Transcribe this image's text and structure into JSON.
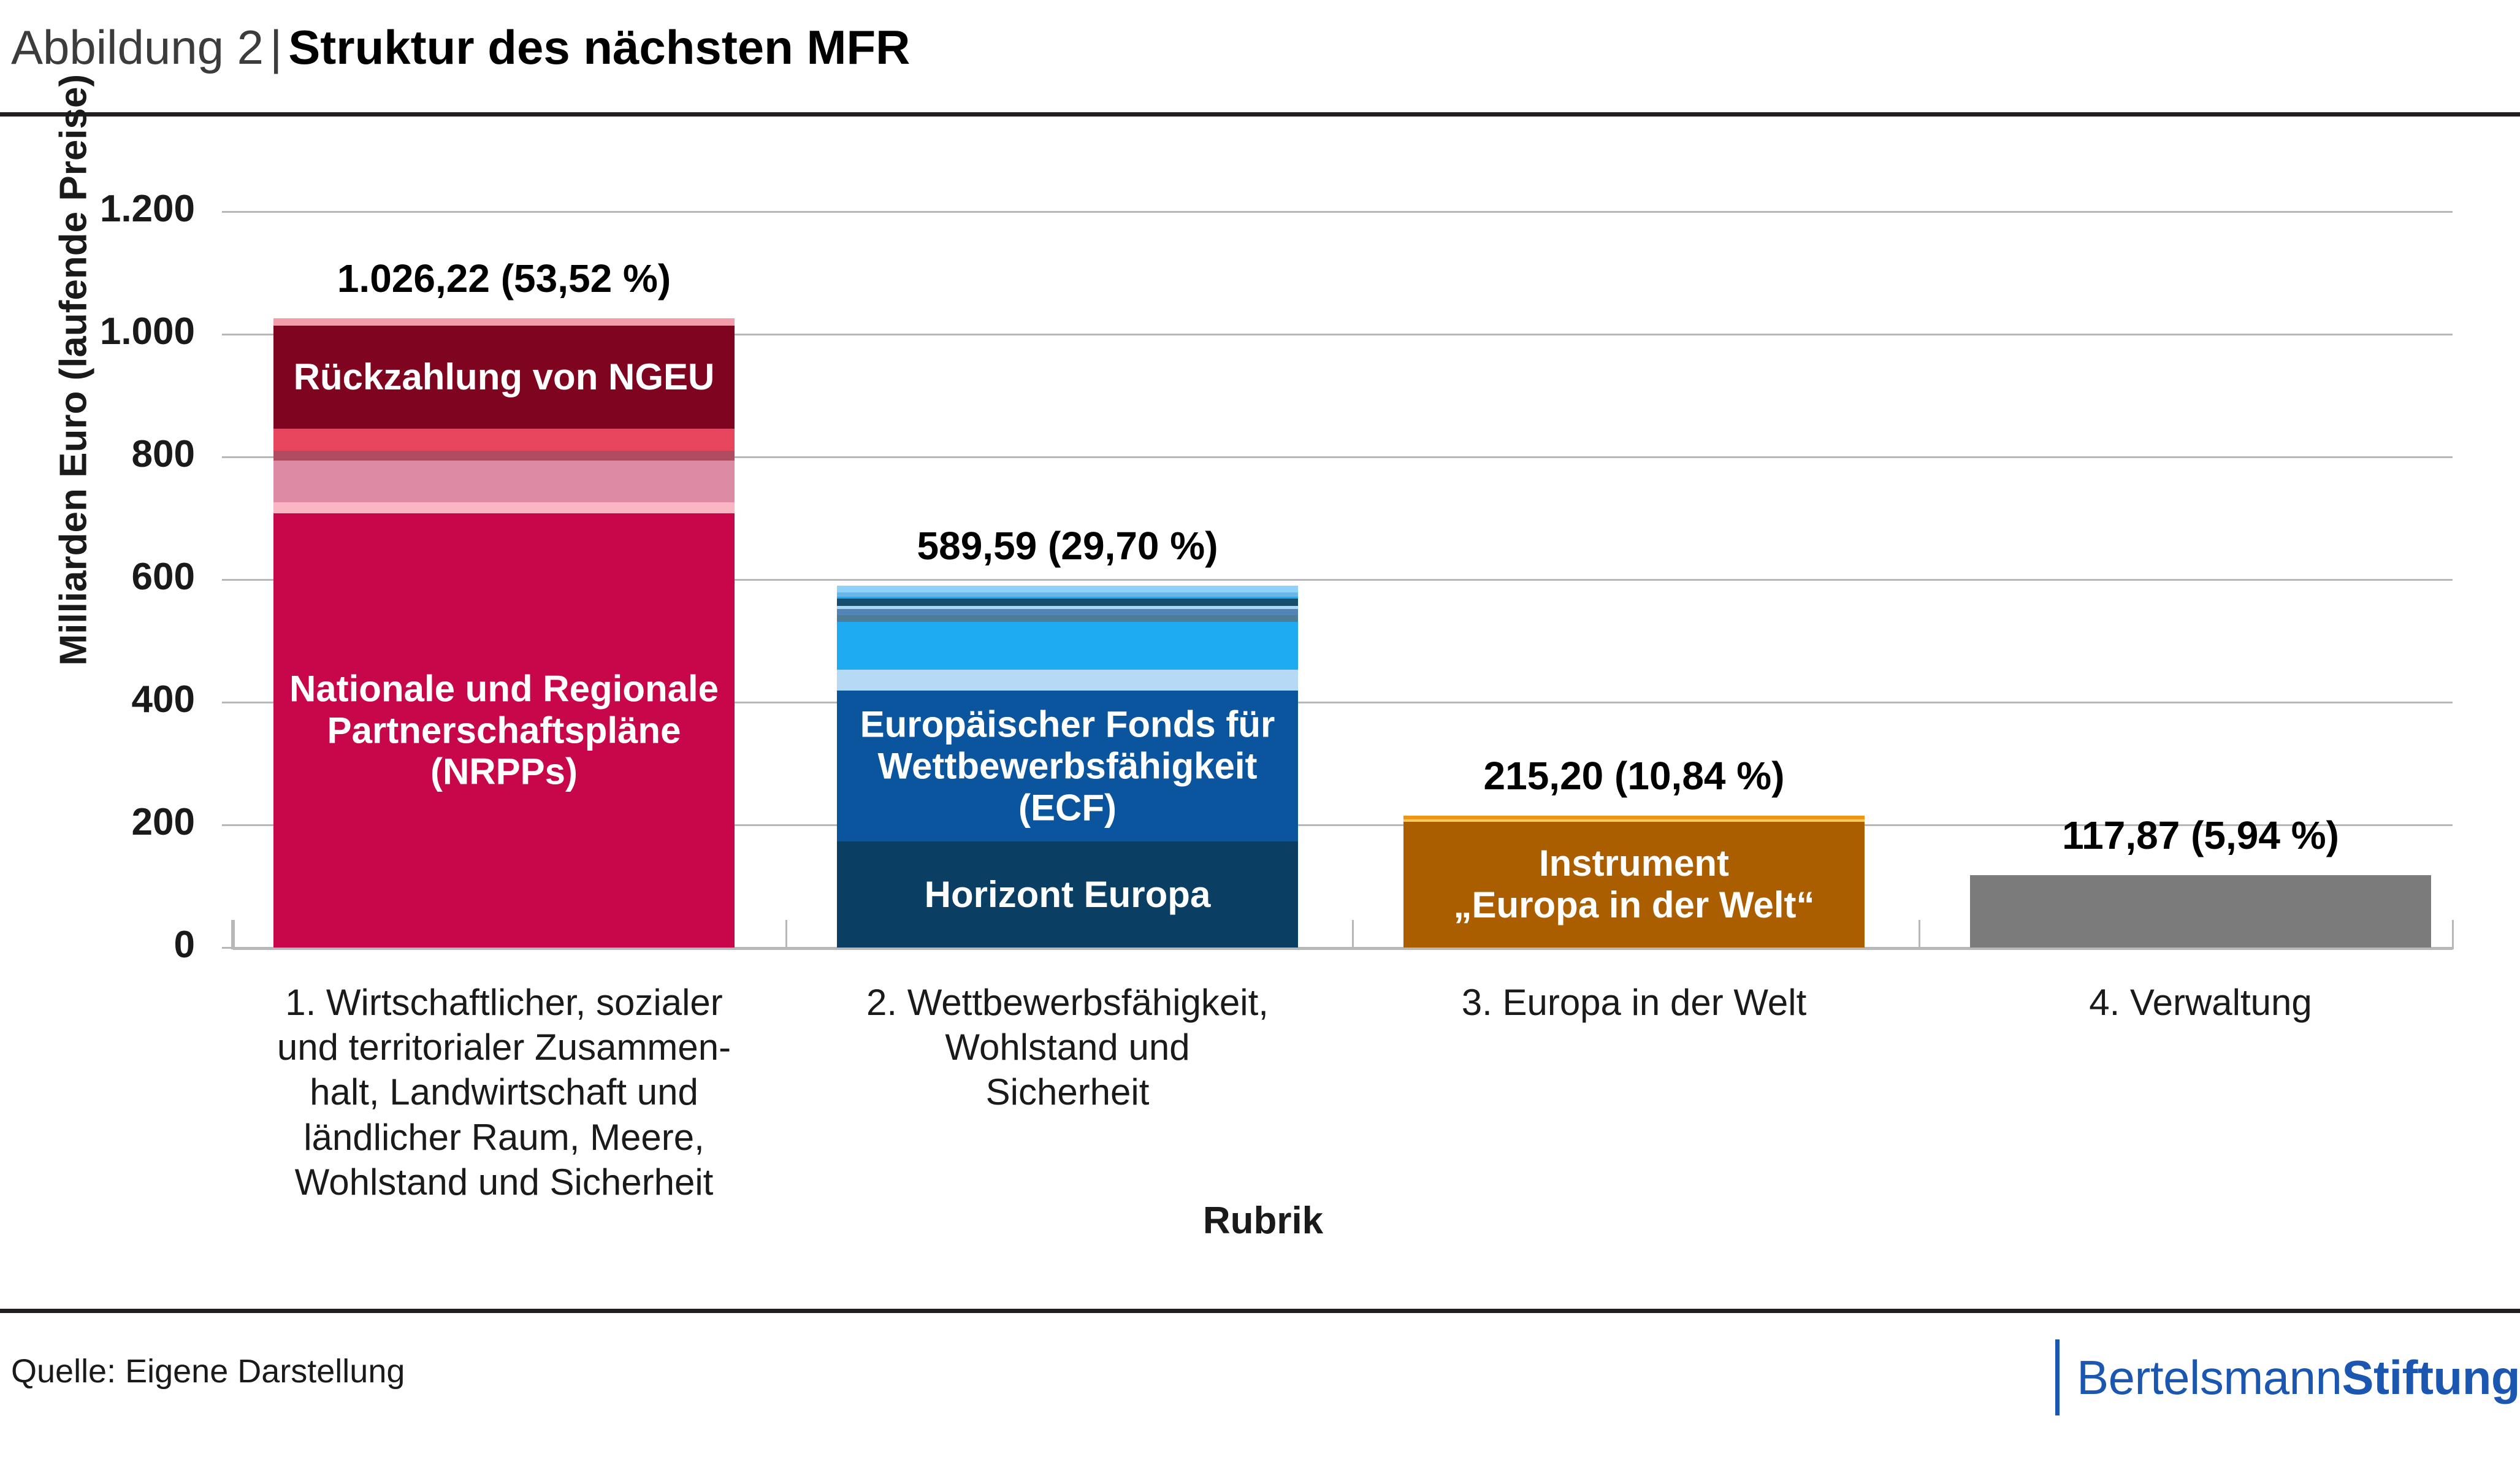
{
  "header": {
    "prefix": "Abbildung 2",
    "divider": "|",
    "title": "Struktur des nächsten MFR"
  },
  "footer": {
    "source": "Quelle: Eigene Darstellung",
    "logo_regular": "Bertelsmann",
    "logo_bold": "Stiftung",
    "logo_color": "#1b57b0"
  },
  "chart_data": {
    "type": "bar",
    "subtype": "stacked",
    "title": "Struktur des nächsten MFR",
    "xlabel": "Rubrik",
    "ylabel": "Milliarden Euro (laufende Preise)",
    "ylim": [
      0,
      1200
    ],
    "yticks": [
      0,
      200,
      400,
      600,
      800,
      1000,
      1200
    ],
    "ytick_labels": [
      "0",
      "200",
      "400",
      "600",
      "800",
      "1.000",
      "1.200"
    ],
    "grid": true,
    "legend": "none",
    "categories": [
      "1. Wirtschaftlicher, sozialer\nund territorialer Zusammen-\nhalt, Landwirtschaft und\nländlicher Raum, Meere,\nWohlstand und Sicherheit",
      "2. Wettbewerbsfähigkeit,\nWohlstand und\nSicherheit",
      "3. Europa in der Welt",
      "4. Verwaltung"
    ],
    "totals": [
      1026.22,
      589.59,
      215.2,
      117.87
    ],
    "total_percent": [
      53.52,
      29.7,
      10.84,
      5.94
    ],
    "total_labels": [
      "1.026,22 (53,52 %)",
      "589,59 (29,70 %)",
      "215,20 (10,84 %)",
      "117,87 (5,94 %)"
    ],
    "bars": [
      {
        "category_index": 0,
        "segments": [
          {
            "value": 12.0,
            "color": "#f49ca9",
            "label": ""
          },
          {
            "value": 168.0,
            "color": "#7e0420",
            "label": "Rückzahlung von NGEU"
          },
          {
            "value": 36.0,
            "color": "#e8455f",
            "label": ""
          },
          {
            "value": 16.0,
            "color": "#af4c62",
            "label": ""
          },
          {
            "value": 68.0,
            "color": "#dd8aa4",
            "label": ""
          },
          {
            "value": 18.0,
            "color": "#fbb6c6",
            "label": ""
          },
          {
            "value": 708.22,
            "color": "#c8074a",
            "label": "Nationale und Regionale\nPartnerschaftspläne\n(NRPPs)"
          }
        ]
      },
      {
        "category_index": 1,
        "segments": [
          {
            "value": 11.0,
            "color": "#8ed2f7",
            "label": ""
          },
          {
            "value": 7.0,
            "color": "#6cb5e8",
            "label": ""
          },
          {
            "value": 3.0,
            "color": "#1ab0f5",
            "label": ""
          },
          {
            "value": 12.0,
            "color": "#174d6e",
            "label": ""
          },
          {
            "value": 5.0,
            "color": "#a9d7f5",
            "label": ""
          },
          {
            "value": 10.0,
            "color": "#5285b5",
            "label": ""
          },
          {
            "value": 11.0,
            "color": "#4c7c96",
            "label": ""
          },
          {
            "value": 78.0,
            "color": "#1fabf2",
            "label": ""
          },
          {
            "value": 34.0,
            "color": "#b6d9f5",
            "label": ""
          },
          {
            "value": 246.0,
            "color": "#0a559e",
            "label": "Europäischer Fonds für\nWettbewerbsfähigkeit\n(ECF)"
          },
          {
            "value": 172.59,
            "color": "#0a3e62",
            "label": "Horizont Europa"
          }
        ]
      },
      {
        "category_index": 2,
        "segments": [
          {
            "value": 6.0,
            "color": "#ef9514",
            "label": ""
          },
          {
            "value": 4.0,
            "color": "#fbc85c",
            "label": ""
          },
          {
            "value": 205.2,
            "color": "#ab5e00",
            "label": "Instrument\n„Europa in der Welt“"
          }
        ]
      },
      {
        "category_index": 3,
        "segments": [
          {
            "value": 117.87,
            "color": "#7b7b7b",
            "label": ""
          }
        ]
      }
    ]
  }
}
